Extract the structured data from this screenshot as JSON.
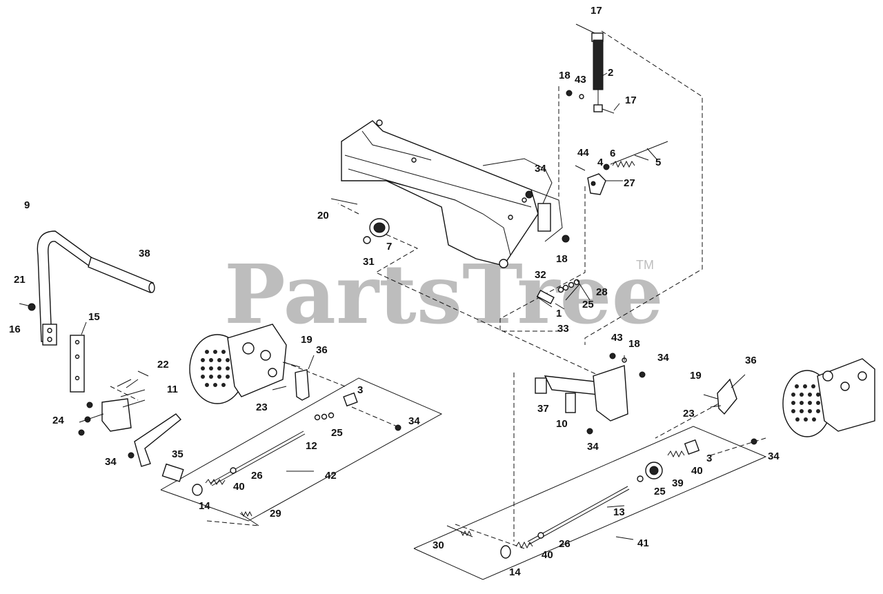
{
  "watermark": {
    "text": "PartsTree",
    "tm": "TM"
  },
  "callouts": [
    {
      "id": "c17a",
      "label": "17"
    },
    {
      "id": "c2",
      "label": "2"
    },
    {
      "id": "c18a",
      "label": "18"
    },
    {
      "id": "c43a",
      "label": "43"
    },
    {
      "id": "c17b",
      "label": "17"
    },
    {
      "id": "c44",
      "label": "44"
    },
    {
      "id": "c4",
      "label": "4"
    },
    {
      "id": "c6",
      "label": "6"
    },
    {
      "id": "c5",
      "label": "5"
    },
    {
      "id": "c27",
      "label": "27"
    },
    {
      "id": "c34a",
      "label": "34"
    },
    {
      "id": "c20",
      "label": "20"
    },
    {
      "id": "c7",
      "label": "7"
    },
    {
      "id": "c31",
      "label": "31"
    },
    {
      "id": "c18b",
      "label": "18"
    },
    {
      "id": "c32",
      "label": "32"
    },
    {
      "id": "c28",
      "label": "28"
    },
    {
      "id": "c25a",
      "label": "25"
    },
    {
      "id": "c1",
      "label": "1"
    },
    {
      "id": "c33",
      "label": "33"
    },
    {
      "id": "c9",
      "label": "9"
    },
    {
      "id": "c38a",
      "label": "38"
    },
    {
      "id": "c21",
      "label": "21"
    },
    {
      "id": "c16",
      "label": "16"
    },
    {
      "id": "c15",
      "label": "15"
    },
    {
      "id": "c22",
      "label": "22"
    },
    {
      "id": "c24",
      "label": "24"
    },
    {
      "id": "c11",
      "label": "11"
    },
    {
      "id": "c34b",
      "label": "34"
    },
    {
      "id": "c35",
      "label": "35"
    },
    {
      "id": "c19a",
      "label": "19"
    },
    {
      "id": "c36a",
      "label": "36"
    },
    {
      "id": "c23a",
      "label": "23"
    },
    {
      "id": "c3a",
      "label": "3"
    },
    {
      "id": "c34c",
      "label": "34"
    },
    {
      "id": "c25b",
      "label": "25"
    },
    {
      "id": "c12",
      "label": "12"
    },
    {
      "id": "c26a",
      "label": "26"
    },
    {
      "id": "c42",
      "label": "42"
    },
    {
      "id": "c40a",
      "label": "40"
    },
    {
      "id": "c14a",
      "label": "14"
    },
    {
      "id": "c29",
      "label": "29"
    },
    {
      "id": "c43b",
      "label": "43"
    },
    {
      "id": "c18c",
      "label": "18"
    },
    {
      "id": "c34d",
      "label": "34"
    },
    {
      "id": "c37",
      "label": "37"
    },
    {
      "id": "c10",
      "label": "10"
    },
    {
      "id": "c34e",
      "label": "34"
    },
    {
      "id": "c19b",
      "label": "19"
    },
    {
      "id": "c36b",
      "label": "36"
    },
    {
      "id": "c23b",
      "label": "23"
    },
    {
      "id": "c34f",
      "label": "34"
    },
    {
      "id": "c3b",
      "label": "3"
    },
    {
      "id": "c40b",
      "label": "40"
    },
    {
      "id": "c39",
      "label": "39"
    },
    {
      "id": "c25c",
      "label": "25"
    },
    {
      "id": "c13",
      "label": "13"
    },
    {
      "id": "c30",
      "label": "30"
    },
    {
      "id": "c26b",
      "label": "26"
    },
    {
      "id": "c40c",
      "label": "40"
    },
    {
      "id": "c41",
      "label": "41"
    },
    {
      "id": "c14b",
      "label": "14"
    }
  ]
}
